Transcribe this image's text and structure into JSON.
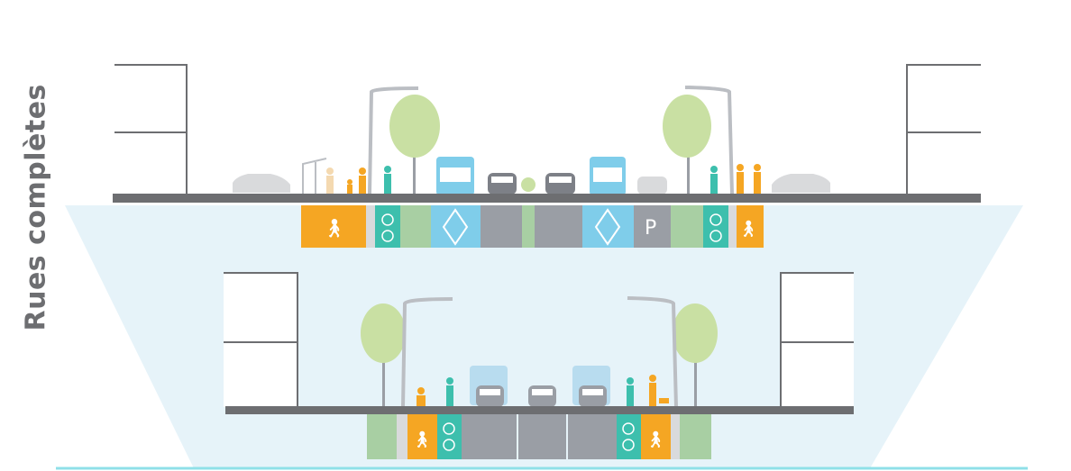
{
  "title": "Rues complètes",
  "parking_label": "P",
  "colors": {
    "pedestrian": "#f5a623",
    "bike": "#3dbfad",
    "green": "#a8cfa3",
    "transit": "#7fcdea",
    "road": "#9a9ea5",
    "road_line": "#6d6e71",
    "background": "#e6f3f9",
    "tree": "#c9e0a3"
  },
  "top_section": {
    "lanes": [
      "pedestrian",
      "buffer",
      "bike",
      "green",
      "transit",
      "traffic",
      "green",
      "traffic",
      "transit",
      "parking",
      "green",
      "bike",
      "buffer",
      "pedestrian"
    ]
  },
  "bottom_section": {
    "lanes": [
      "green",
      "buffer",
      "pedestrian",
      "bike",
      "traffic",
      "traffic",
      "traffic",
      "bike",
      "pedestrian",
      "buffer",
      "green"
    ]
  }
}
